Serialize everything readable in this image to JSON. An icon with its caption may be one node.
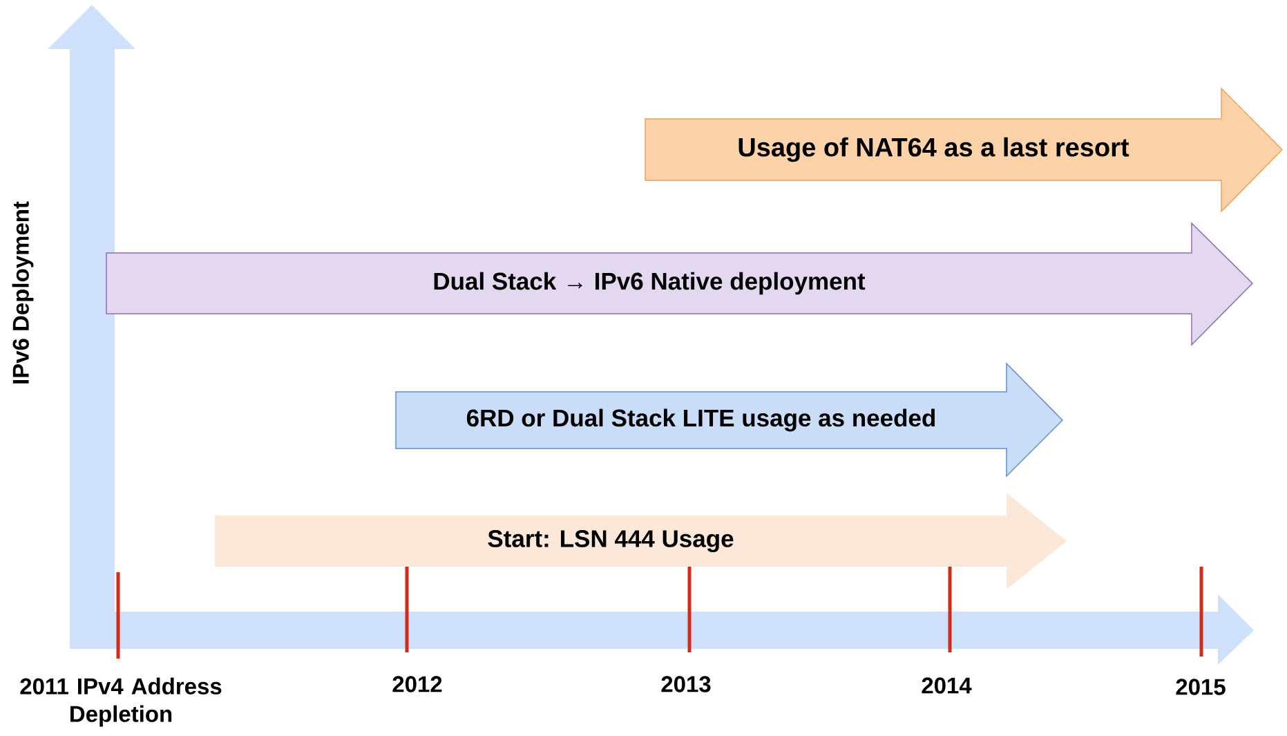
{
  "diagram": {
    "nodes": [
      {
        "text": [
          "Usage of NAT64 as a last resort"
        ]
      },
      {
        "text": [
          "Dual Stack → IPv6 Native deployment"
        ]
      },
      {
        "text": [
          "6RD or Dual Stack LITE usage as needed"
        ]
      },
      {
        "text": [
          "Start: LSN 444 Usage"
        ]
      }
    ],
    "labels": [
      "IPv6 Deployment",
      "2011 IPv4 Address Depletion",
      "2012",
      "2013",
      "2014",
      "2015"
    ]
  }
}
